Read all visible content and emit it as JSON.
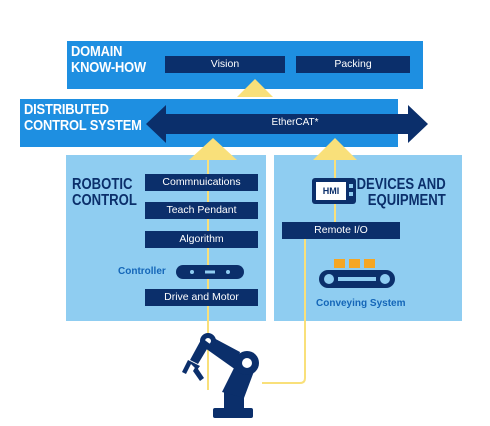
{
  "domain_band": {
    "title_line1": "DOMAIN",
    "title_line2": "KNOW-HOW",
    "items": [
      "Vision",
      "Packing"
    ]
  },
  "dcs_band": {
    "title_line1": "DISTRIBUTED",
    "title_line2": "CONTROL SYSTEM",
    "bus_label": "EtherCAT*"
  },
  "robotic": {
    "title_line1": "ROBOTIC",
    "title_line2": "CONTROL",
    "items": [
      "Commnuications",
      "Teach Pendant",
      "Algorithm"
    ],
    "controller_label": "Controller",
    "bottom_item": "Drive and Motor"
  },
  "devices": {
    "title_line1": "DEVICES AND",
    "title_line2": "EQUIPMENT",
    "hmi_label": "HMI",
    "remote_io": "Remote I/O",
    "conveying_label": "Conveying System"
  },
  "colors": {
    "bright_blue": "#1e8fe1",
    "light_blue": "#8fcdf1",
    "navy": "#0b2f6b",
    "yellow": "#f9e07a",
    "orange": "#f5a623"
  }
}
